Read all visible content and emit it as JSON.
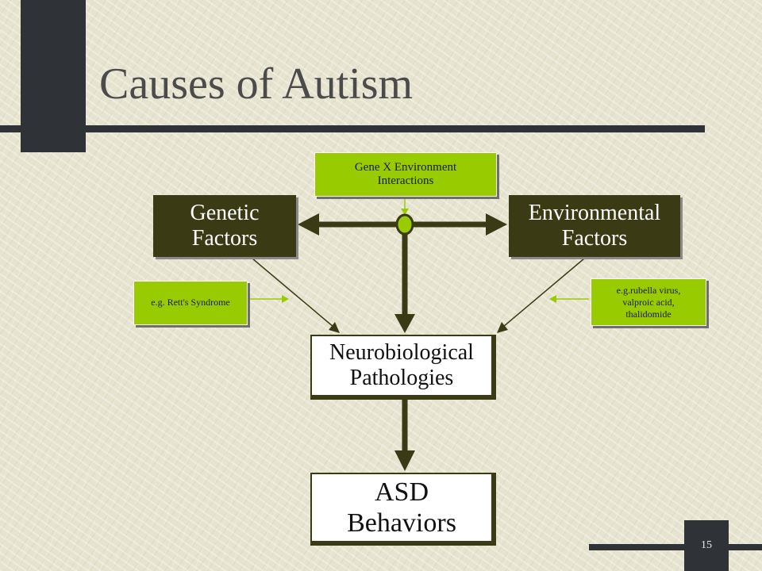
{
  "slide": {
    "title": "Causes of Autism",
    "page_number": "15"
  },
  "diagram": {
    "nodes": {
      "genetic": {
        "line1": "Genetic",
        "line2": "Factors"
      },
      "environmental": {
        "line1": "Environmental",
        "line2": "Factors"
      },
      "neuro": {
        "line1": "Neurobiological",
        "line2": "Pathologies"
      },
      "asd": {
        "line1": "ASD",
        "line2": "Behaviors"
      },
      "gxe": {
        "line1": "Gene X Environment",
        "line2": "Interactions"
      },
      "rett": {
        "line1": "e.g. Rett's Syndrome"
      },
      "rubella": {
        "line1": "e.g.rubella virus,",
        "line2": "valproic acid,",
        "line3": "thalidomide"
      }
    },
    "colors": {
      "dark_box": "#3a3b14",
      "green_box": "#99cc00",
      "connector": "#3a3b14",
      "green_arrow": "#99cc00"
    }
  }
}
